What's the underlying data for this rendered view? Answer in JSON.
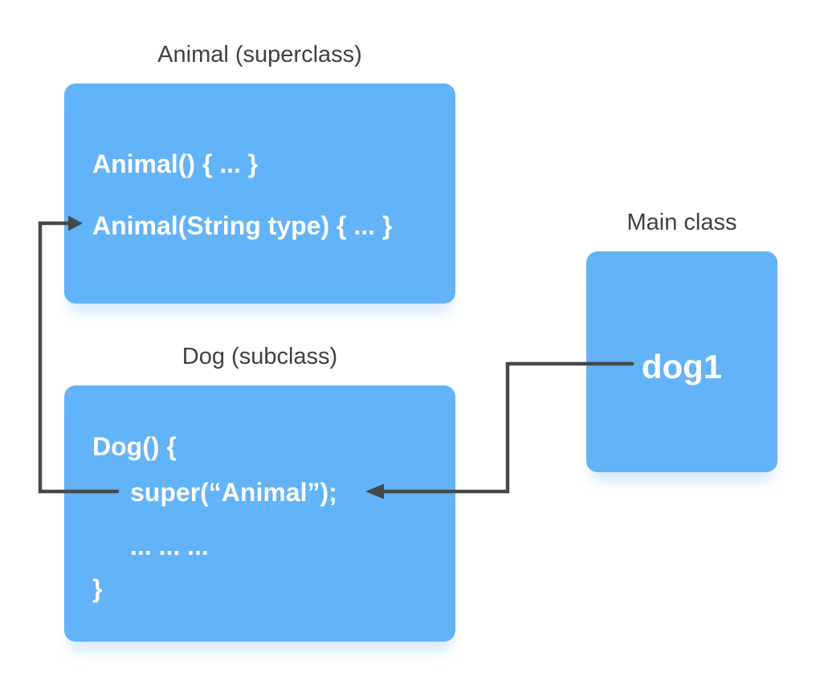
{
  "diagram": {
    "colors": {
      "box_fill": "#62b3f8",
      "box_shadow": "#e9f2fc",
      "arrow": "#46484a",
      "title_text": "#3e4145",
      "code_text": "#ffffff",
      "background": "#ffffff"
    },
    "superclass": {
      "title": "Animal (superclass)",
      "lines": [
        "Animal() { ... }",
        "Animal(String type) { ... }"
      ]
    },
    "subclass": {
      "title": "Dog (subclass)",
      "lines": [
        "Dog() {",
        "super(“Animal”);",
        "... ... ...",
        "}"
      ]
    },
    "main": {
      "title": "Main class",
      "label": "dog1"
    },
    "arrows": [
      {
        "name": "super-call-to-animal-constructor",
        "from": "super(“Animal”);",
        "to": "Animal(String type) { ... }"
      },
      {
        "name": "dog1-to-super-call",
        "from": "dog1",
        "to": "super(“Animal”);"
      }
    ]
  }
}
